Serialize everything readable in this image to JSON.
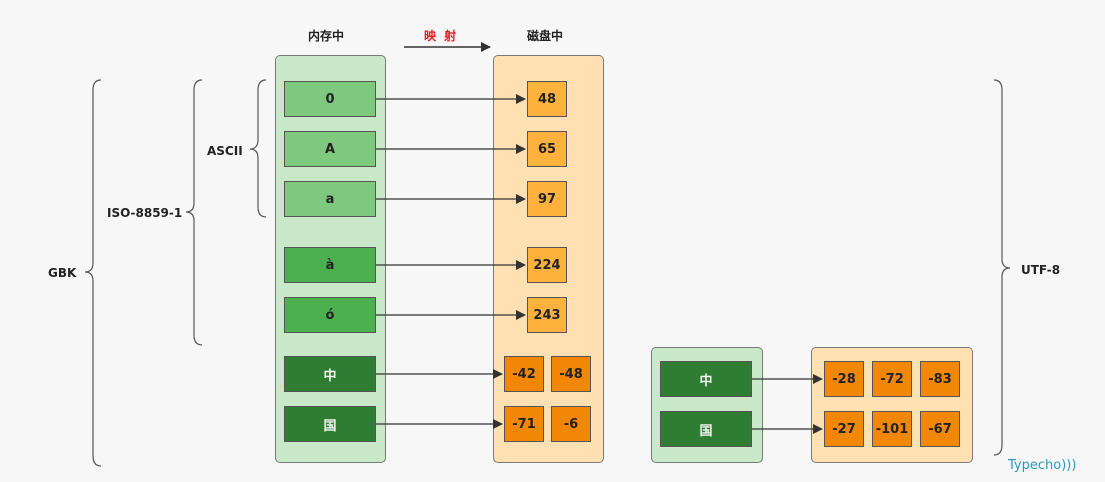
{
  "headers": {
    "memory": "内存中",
    "mapping": "映 射",
    "disk": "磁盘中"
  },
  "charsets": {
    "gbk": "GBK",
    "iso": "ISO-8859-1",
    "ascii": "ASCII",
    "utf8": "UTF-8"
  },
  "left_rows": [
    {
      "char": "0",
      "bytes": [
        "48"
      ]
    },
    {
      "char": "A",
      "bytes": [
        "65"
      ]
    },
    {
      "char": "a",
      "bytes": [
        "97"
      ]
    },
    {
      "char": "à",
      "bytes": [
        "224"
      ]
    },
    {
      "char": "ó",
      "bytes": [
        "243"
      ]
    },
    {
      "char": "中",
      "bytes": [
        "-42",
        "-48"
      ]
    },
    {
      "char": "国",
      "bytes": [
        "-71",
        "-6"
      ]
    }
  ],
  "right_rows": [
    {
      "char": "中",
      "bytes": [
        "-28",
        "-72",
        "-83"
      ]
    },
    {
      "char": "国",
      "bytes": [
        "-27",
        "-101",
        "-67"
      ]
    }
  ],
  "watermark": "Typecho)))",
  "colors": {
    "memory_panel": "#c9e7c9",
    "disk_panel": "#ffe0b2",
    "ascii_cell": "#7fc97f",
    "latin_cell": "#4caf50",
    "cjk_cell": "#2e7d32",
    "byte_light": "#ffb13d",
    "byte_dark": "#f28705",
    "mapping_label": "#e02020"
  }
}
